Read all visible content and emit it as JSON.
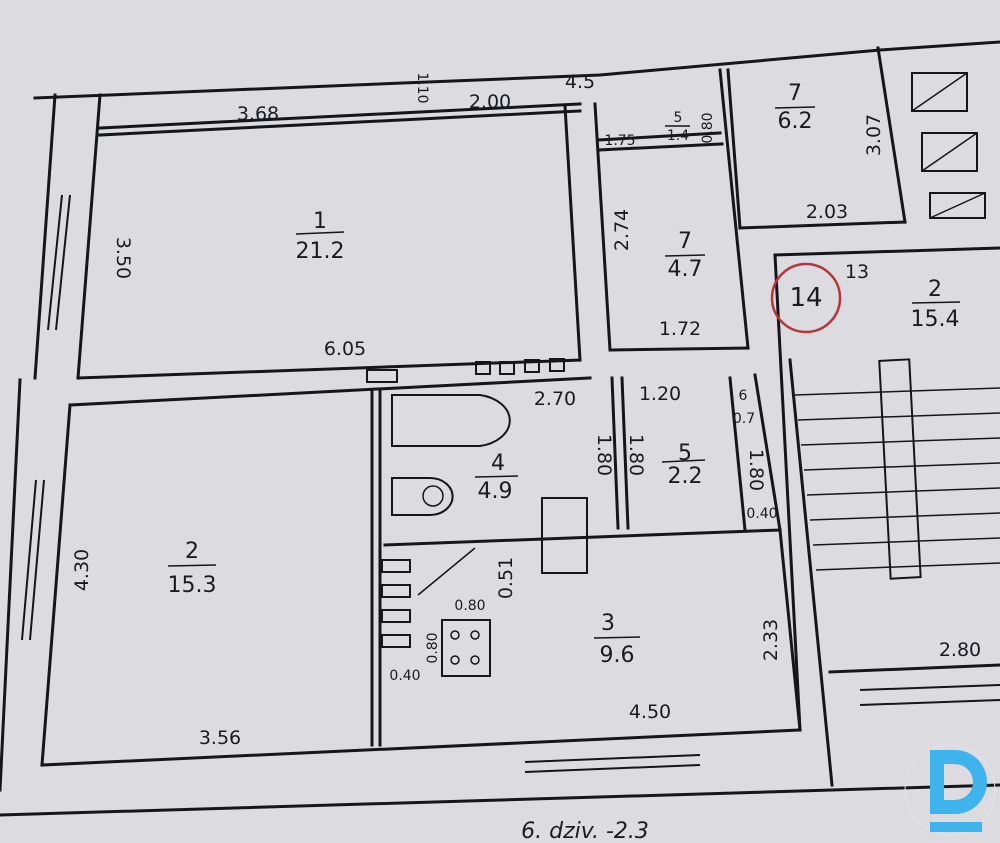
{
  "rooms": [
    {
      "num": "1",
      "area": "21.2"
    },
    {
      "num": "2",
      "area": "15.3"
    },
    {
      "num": "7",
      "area": "4.7"
    },
    {
      "num": "7",
      "area": "6.2"
    },
    {
      "num": "2",
      "area": "15.4"
    },
    {
      "num": "4",
      "area": "4.9"
    },
    {
      "num": "5",
      "area": "2.2"
    },
    {
      "num": "3",
      "area": "9.6"
    },
    {
      "num": "5",
      "area": "1.4"
    },
    {
      "num": "6",
      "area": "0.7"
    }
  ],
  "dimensions": {
    "top_left": "3.68",
    "top_mid": "2.00",
    "top_right": "4.5",
    "top_gap": "1.10",
    "room1_height": "3.50",
    "room1_width": "6.05",
    "closet_width": "1.75",
    "closet_depth": "0.80",
    "hall_height": "2.74",
    "hall_width": "1.72",
    "room7b_width": "2.03",
    "room7b_height": "3.07",
    "bath_width": "2.70",
    "wc_width": "1.20",
    "bath_height": "1.80",
    "wc_height": "1.80",
    "niche_height": "1.80",
    "niche_depth": "0.40",
    "kitchen_door": "0.51",
    "stove_width": "0.80",
    "stove_depth": "0.80",
    "vent_gap": "0.40",
    "kitchen_height": "2.33",
    "room2_height": "4.30",
    "room2_width": "3.56",
    "kitchen_width": "4.50",
    "stair_width": "2.80"
  },
  "apartment_labels": {
    "neighbor": "13",
    "current": "14"
  },
  "caption": "6. dziv. -2.3",
  "colors": {
    "paper": "#dcdbe0",
    "ink": "#15161c",
    "circle": "#b8333a",
    "logo": "#3fb4ec"
  }
}
